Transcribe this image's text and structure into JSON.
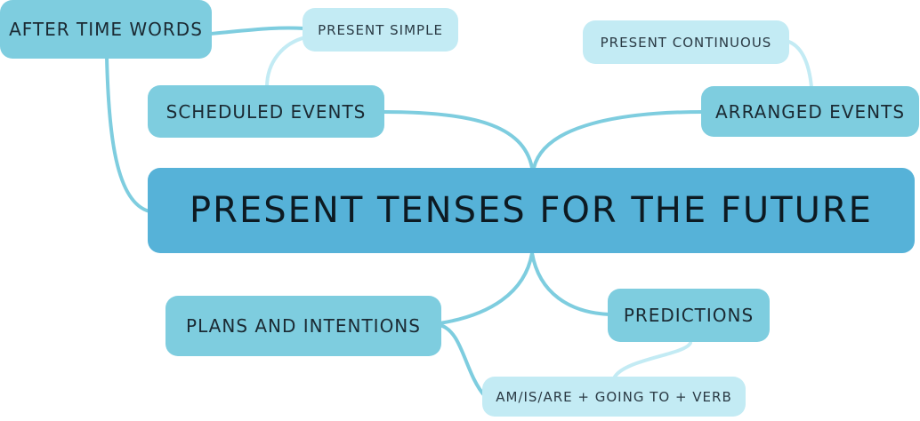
{
  "central": {
    "label": "PRESENT TENSES FOR THE FUTURE"
  },
  "branches": {
    "after_time_words": "AFTER TIME WORDS",
    "scheduled_events": "SCHEDULED EVENTS",
    "arranged_events": "ARRANGED EVENTS",
    "plans_and_intentions": "PLANS AND INTENTIONS",
    "predictions": "PREDICTIONS"
  },
  "subtopics": {
    "present_simple": "PRESENT SIMPLE",
    "present_continuous": "PRESENT CONTINUOUS",
    "going_to": "AM/IS/ARE + GOING TO + VERB"
  },
  "colors": {
    "central": "#56b2d8",
    "branch": "#7ecddf",
    "subtopic": "#c3ebf4",
    "branch_link": "#7ecddf",
    "subtopic_link": "#c3ebf4"
  }
}
